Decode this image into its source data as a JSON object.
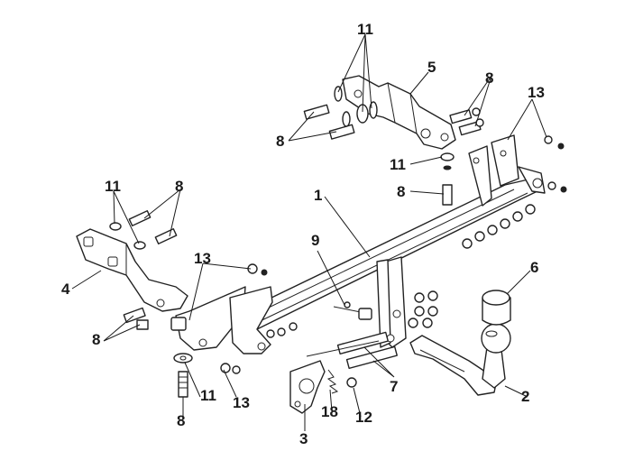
{
  "callouts": {
    "c1": "1",
    "c2": "2",
    "c3": "3",
    "c4": "4",
    "c5": "5",
    "c6": "6",
    "c7": "7",
    "c8a": "8",
    "c8b": "8",
    "c8c": "8",
    "c8d": "8",
    "c8e": "8",
    "c8f": "8",
    "c9": "9",
    "c11a": "11",
    "c11b": "11",
    "c11c": "11",
    "c11d": "11",
    "c12": "12",
    "c13a": "13",
    "c13b": "13",
    "c13c": "13",
    "c18": "18"
  }
}
